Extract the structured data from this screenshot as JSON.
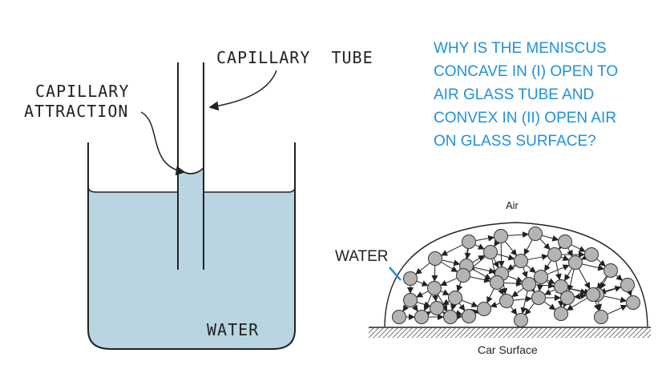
{
  "left_diagram": {
    "tube_label": "CAPILLARY  TUBE",
    "attraction_label_line1": "CAPILLARY",
    "attraction_label_line2": "ATTRACTION",
    "water_label": "WATER"
  },
  "question": {
    "lines": [
      "WHY IS THE MENISCUS",
      "CONCAVE IN (I) OPEN TO",
      "AIR GLASS TUBE AND",
      "CONVEX IN (II) OPEN AIR",
      "ON GLASS SURFACE?"
    ]
  },
  "right_diagram": {
    "air_label": "Air",
    "water_label": "WATER",
    "surface_label": "Car Surface"
  },
  "colors": {
    "water_fill": "#b9d5e2",
    "question_text": "#1e90e0",
    "molecule_fill": "#b4b4b4",
    "pointer_arrow": "#1e90e0"
  }
}
